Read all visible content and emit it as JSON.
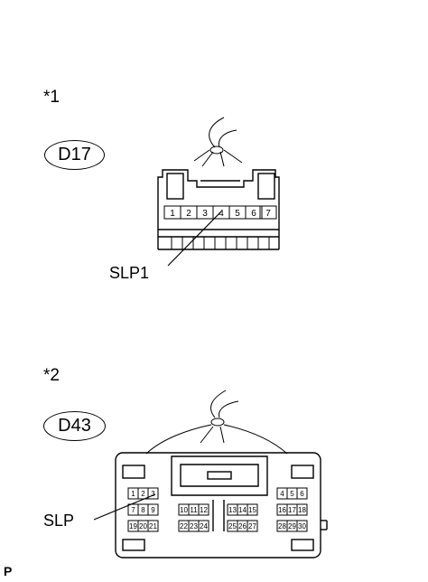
{
  "connector1": {
    "marker": "*1",
    "code": "D17",
    "terminal_label": "SLP1",
    "pins": [
      "1",
      "2",
      "3",
      "4",
      "5",
      "6",
      "7"
    ]
  },
  "connector2": {
    "marker": "*2",
    "code": "D43",
    "terminal_label": "SLP",
    "pins_row1_left": [
      "1",
      "2",
      "3"
    ],
    "pins_row1_right": [
      "4",
      "5",
      "6"
    ],
    "pins_row2_a": [
      "7",
      "8",
      "9"
    ],
    "pins_row2_b": [
      "10",
      "11",
      "12"
    ],
    "pins_row2_c": [
      "13",
      "14",
      "15"
    ],
    "pins_row2_d": [
      "16",
      "17",
      "18"
    ],
    "pins_row3_a": [
      "19",
      "20",
      "21"
    ],
    "pins_row3_b": [
      "22",
      "23",
      "24"
    ],
    "pins_row3_c": [
      "25",
      "26",
      "27"
    ],
    "pins_row3_d": [
      "28",
      "29",
      "30"
    ]
  },
  "corner_mark": "P"
}
